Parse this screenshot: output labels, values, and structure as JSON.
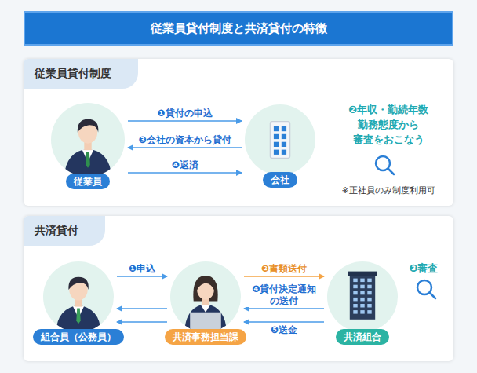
{
  "diagram": {
    "title": "従業員貸付制度と共済貸付の特徴",
    "nodes": [
      {
        "text": [
          "従業員貸付制度"
        ]
      },
      {
        "text": [
          "従業員"
        ],
        "in": 0
      },
      {
        "text": [
          "会社"
        ],
        "in": 0
      },
      {
        "text": [
          "共済貸付"
        ]
      },
      {
        "text": [
          "組合員（公務員）"
        ],
        "in": 3
      },
      {
        "text": [
          "共済事務担当課"
        ],
        "in": 3
      },
      {
        "text": [
          "共済組合"
        ],
        "in": 3
      }
    ],
    "edges": [
      {
        "from": 1,
        "to": 2,
        "label": "❶貸付の申込",
        "arrow": "to"
      },
      {
        "from": 2,
        "to": 1,
        "label": "❸会社の資本から貸付",
        "arrow": "to"
      },
      {
        "from": 1,
        "to": 2,
        "label": "❹返済",
        "arrow": "to"
      },
      {
        "from": 4,
        "to": 5,
        "label": "❶申込",
        "arrow": "to"
      },
      {
        "from": 5,
        "to": 6,
        "label": "❷書類送付",
        "arrow": "to"
      },
      {
        "from": 6,
        "to": 5,
        "label": "❹貸付決定通知 の送付",
        "arrow": "to"
      },
      {
        "from": 5,
        "to": 4,
        "arrow": "to"
      },
      {
        "from": 6,
        "to": 5,
        "label": "❺送金",
        "arrow": "to"
      },
      {
        "from": 5,
        "to": 4,
        "arrow": "to"
      }
    ],
    "labels": [
      "❷年収・勤続年数 勤務態度から 審査をおこなう",
      "※正社員のみ制度利用可",
      "❸審査"
    ]
  }
}
